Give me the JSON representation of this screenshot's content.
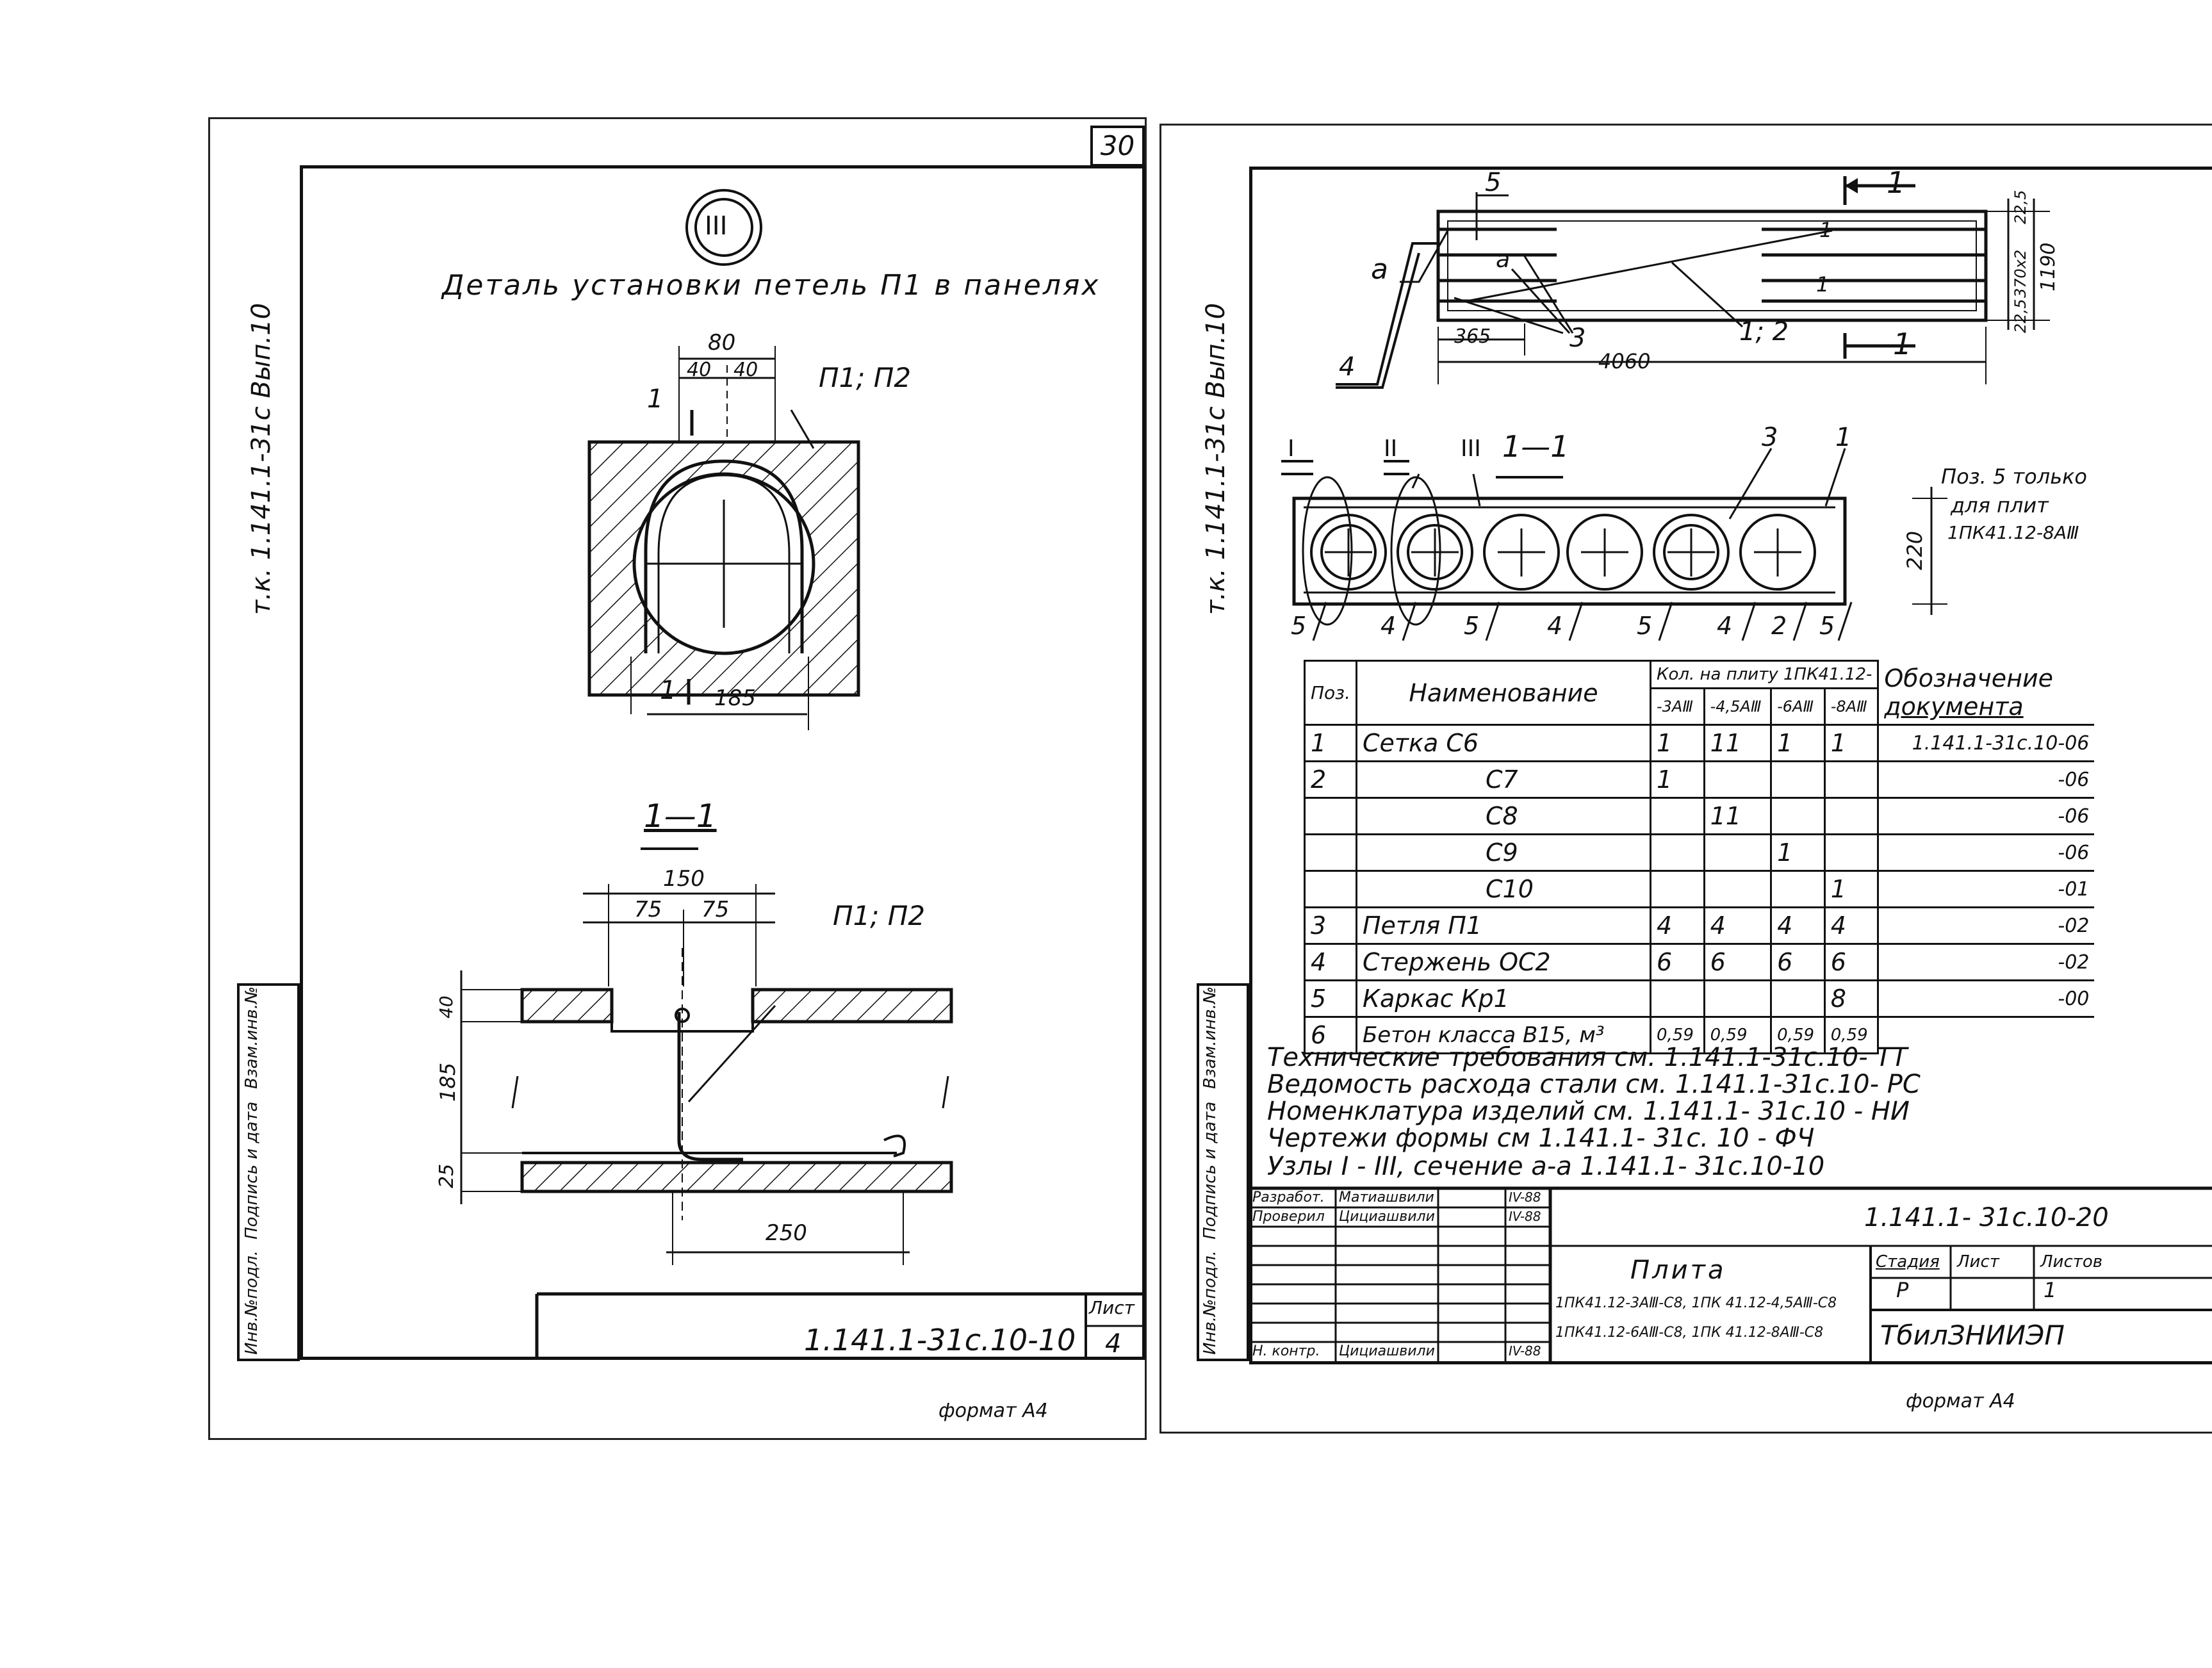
{
  "left_sheet": {
    "page_number": "30",
    "side_code": "т.к. 1.141.1-31с  Вып.10",
    "node_marker": "III",
    "title": "Деталь установки петель П1 в панелях",
    "plan": {
      "dim_total": "80",
      "dim_left": "40",
      "dim_right": "40",
      "label_loops": "П1; П2",
      "cut_mark_top": "1",
      "cut_mark_bottom": "1",
      "dim_bottom": "185"
    },
    "section": {
      "title": "1—1",
      "dim_top": "150",
      "dim_top_left": "75",
      "dim_top_right": "75",
      "label_loops": "П1; П2",
      "dim_v_top": "40",
      "dim_v_mid": "185",
      "dim_v_bottom": "25",
      "dim_bottom": "250"
    },
    "side_stamp": [
      "Инв.№подл.",
      "Подпись и дата",
      "Взам.инв.№"
    ],
    "doc_code": "1.141.1-31с.10-10",
    "sheet_label": "Лист",
    "sheet_number": "4",
    "format": "формат А4"
  },
  "right_sheet": {
    "side_code": "т.к. 1.141.1-31с  Вып.10",
    "plan": {
      "label_a": "а",
      "label_5": "5",
      "label_1_top": "1",
      "label_1_bottom": "1",
      "label_4": "4",
      "dim_365": "365",
      "dim_4060": "4060",
      "label_3": "3",
      "label_12": "1; 2",
      "dim_225": "22,5",
      "dim_370x2": "370х2",
      "dim_225b": "22,5",
      "dim_1190": "1190"
    },
    "section": {
      "title": "1—1",
      "nodes": [
        "I",
        "II",
        "III"
      ],
      "labels_top": [
        "3",
        "1"
      ],
      "labels_bottom": [
        "5",
        "4",
        "5",
        "4",
        "5",
        "4",
        "2",
        "5"
      ],
      "dim_220": "220",
      "note": [
        "Поз. 5 только",
        "для плит",
        "1ПК41.12-8АⅢ"
      ]
    },
    "table": {
      "head_pos": "Поз.",
      "head_name": "Наименование",
      "head_qty": "Кол. на плиту 1ПК41.12-",
      "head_qty_cols": [
        "-3АⅢ",
        "-4,5АⅢ",
        "-6АⅢ",
        "-8АⅢ"
      ],
      "head_doc": [
        "Обозначение",
        "документа"
      ],
      "rows": [
        {
          "pos": "1",
          "name": "Сетка    С6",
          "q": [
            "1",
            "11",
            "1",
            "1"
          ],
          "doc": "1.141.1-31с.10-06"
        },
        {
          "pos": "2",
          "name": "С7",
          "q": [
            "1",
            "",
            "",
            ""
          ],
          "doc": "-06"
        },
        {
          "pos": "",
          "name": "С8",
          "q": [
            "",
            "11",
            "",
            ""
          ],
          "doc": "-06"
        },
        {
          "pos": "",
          "name": "С9",
          "q": [
            "",
            "",
            "1",
            ""
          ],
          "doc": "-06"
        },
        {
          "pos": "",
          "name": "С10",
          "q": [
            "",
            "",
            "",
            "1"
          ],
          "doc": "-01"
        },
        {
          "pos": "3",
          "name": "Петля  П1",
          "q": [
            "4",
            "4",
            "4",
            "4"
          ],
          "doc": "-02"
        },
        {
          "pos": "4",
          "name": "Стержень ОС2",
          "q": [
            "6",
            "6",
            "6",
            "6"
          ],
          "doc": "-02"
        },
        {
          "pos": "5",
          "name": "Каркас  Кр1",
          "q": [
            "",
            "",
            "",
            "8"
          ],
          "doc": "-00"
        },
        {
          "pos": "6",
          "name": "Бетон класса В15, м³",
          "q": [
            "0,59",
            "0,59",
            "0,59",
            "0,59"
          ],
          "doc": ""
        }
      ]
    },
    "notes": [
      "Технические требования см. 1.141.1-31с.10- ТТ",
      "Ведомость расхода стали см. 1.141.1-31с.10- РС",
      "Номенклатура изделий см.   1.141.1- 31с.10 - НИ",
      "Чертежи формы  см          1.141.1- 31с. 10 - ФЧ",
      "Узлы I - III, сечение а-а      1.141.1- 31с.10-10"
    ],
    "stamp": {
      "rows": [
        {
          "role": "Разработ.",
          "name": "Матиашвили",
          "sign": "",
          "date": "IV-88"
        },
        {
          "role": "Проверил",
          "name": "Цициашвили",
          "sign": "",
          "date": "IV-88"
        },
        {
          "role": "Н. контр.",
          "name": "Цициашвили",
          "sign": "",
          "date": "IV-88"
        }
      ],
      "doc_code": "1.141.1- 31с.10-20",
      "item_title": "Плита",
      "item_lines": [
        "1ПК41.12-3АⅢ-С8, 1ПК 41.12-4,5АⅢ-С8",
        "1ПК41.12-6АⅢ-С8, 1ПК 41.12-8АⅢ-С8"
      ],
      "stage_label": "Стадия",
      "sheet_label": "Лист",
      "sheets_label": "Листов",
      "stage": "Р",
      "sheet": "1",
      "org": "ТбилЗНИИЭП"
    },
    "side_stamp": [
      "Инв.№подл.",
      "Подпись и дата",
      "Взам.инв.№"
    ],
    "format": "формат А4"
  }
}
